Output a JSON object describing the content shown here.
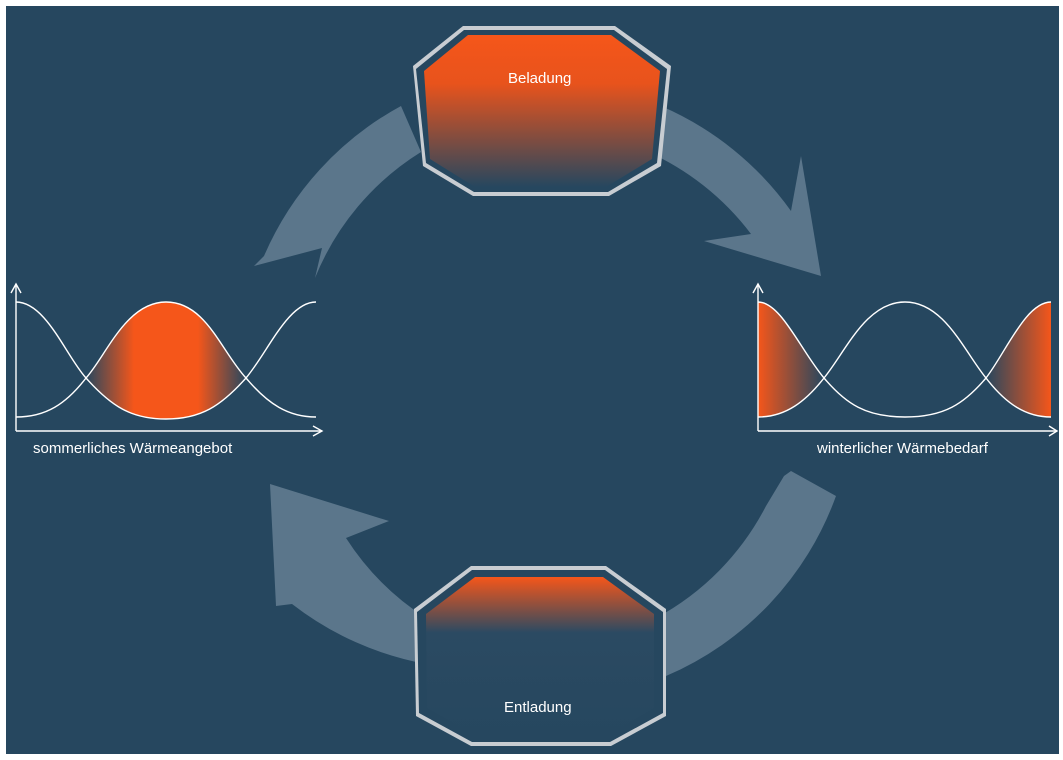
{
  "labels": {
    "loading": "Beladung",
    "unloading": "Entladung",
    "summer_supply": "sommerliches Wärmeangebot",
    "winter_demand": "winterlicher Wärmebedarf"
  },
  "colors": {
    "background": "#26475f",
    "heat": "#f05a1a",
    "arrow": "#8fa6b8",
    "tank_shell": "#c8cdd2",
    "line": "#ffffff"
  }
}
